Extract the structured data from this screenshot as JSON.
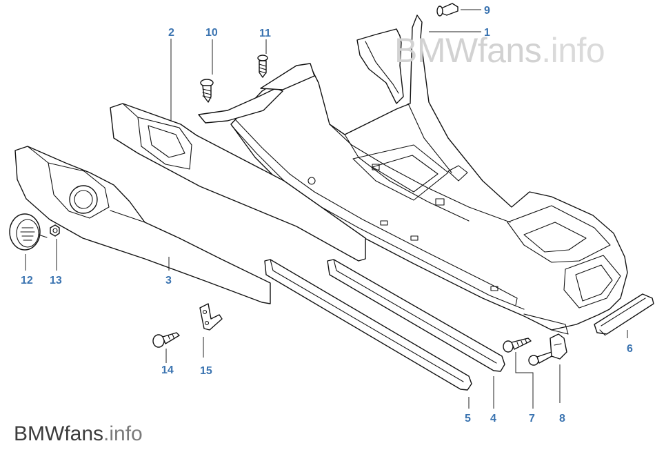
{
  "watermark_top": {
    "brand": "BMWfans",
    "tld": ".info"
  },
  "watermark_bottom": {
    "brand": "BMWfans",
    "tld": ".info"
  },
  "callouts": {
    "c1": "1",
    "c2": "2",
    "c3": "3",
    "c4": "4",
    "c5": "5",
    "c6": "6",
    "c7": "7",
    "c8": "8",
    "c9": "9",
    "c10": "10",
    "c11": "11",
    "c12": "12",
    "c13": "13",
    "c14": "14",
    "c15": "15"
  },
  "colors": {
    "callout": "#3a73b0",
    "line": "#111111",
    "watermark": "#d2d2d2"
  }
}
